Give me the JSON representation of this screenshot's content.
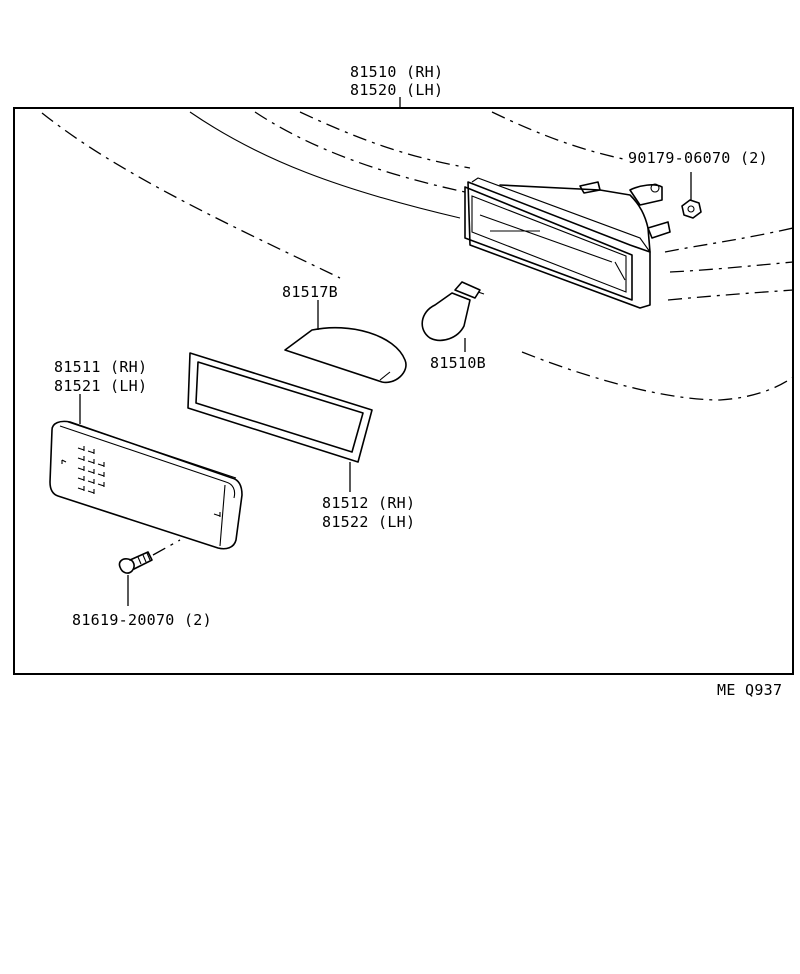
{
  "labels": {
    "housing_rh": "81510 (RH)",
    "housing_lh": "81520 (LH)",
    "nut": "90179-06070 (2)",
    "reflector": "81517B",
    "bulb": "81510B",
    "lens_rh": "81511 (RH)",
    "lens_lh": "81521 (LH)",
    "gasket_rh": "81512 (RH)",
    "gasket_lh": "81522 (LH)",
    "screw": "81619-20070 (2)",
    "figure_code": "ME  Q937"
  },
  "icons": {
    "housing": "lamp-housing-icon",
    "nut": "hex-nut-icon",
    "bulb": "bulb-icon",
    "reflector": "reflector-icon",
    "gasket": "gasket-icon",
    "lens": "lens-icon",
    "screw": "screw-icon"
  }
}
